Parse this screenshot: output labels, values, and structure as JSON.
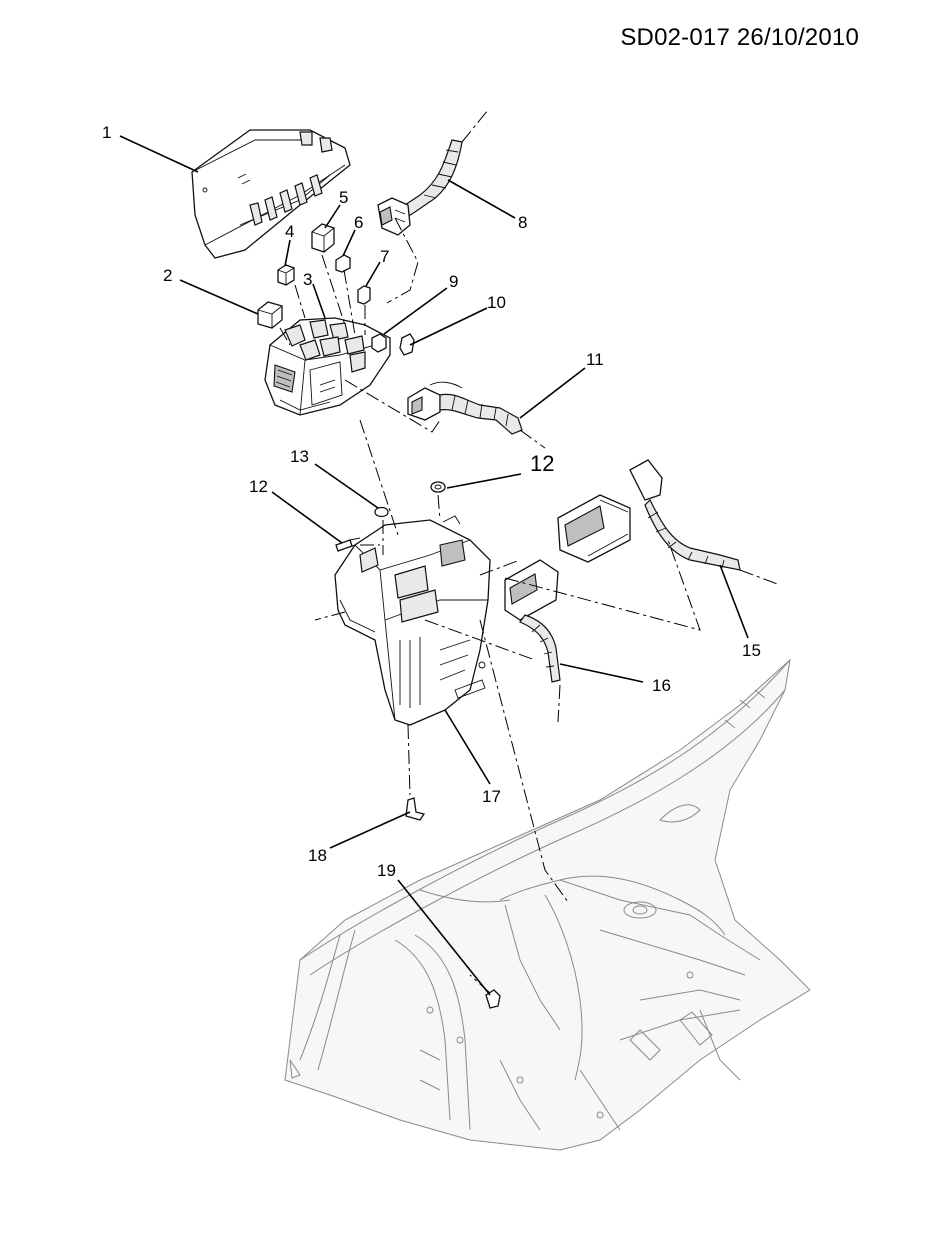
{
  "header": {
    "code": "SD02-017 26/10/2010"
  },
  "callouts": [
    {
      "id": "c1",
      "label": "1"
    },
    {
      "id": "c2",
      "label": "2"
    },
    {
      "id": "c3",
      "label": "3"
    },
    {
      "id": "c4",
      "label": "4"
    },
    {
      "id": "c5",
      "label": "5"
    },
    {
      "id": "c6",
      "label": "6"
    },
    {
      "id": "c7",
      "label": "7"
    },
    {
      "id": "c8",
      "label": "8"
    },
    {
      "id": "c9",
      "label": "9"
    },
    {
      "id": "c10",
      "label": "10"
    },
    {
      "id": "c11",
      "label": "11"
    },
    {
      "id": "c12a",
      "label": "12"
    },
    {
      "id": "c12b",
      "label": "12"
    },
    {
      "id": "c13",
      "label": "13"
    },
    {
      "id": "c15",
      "label": "15"
    },
    {
      "id": "c16",
      "label": "16"
    },
    {
      "id": "c17",
      "label": "17"
    },
    {
      "id": "c18",
      "label": "18"
    },
    {
      "id": "c19",
      "label": "19"
    }
  ]
}
